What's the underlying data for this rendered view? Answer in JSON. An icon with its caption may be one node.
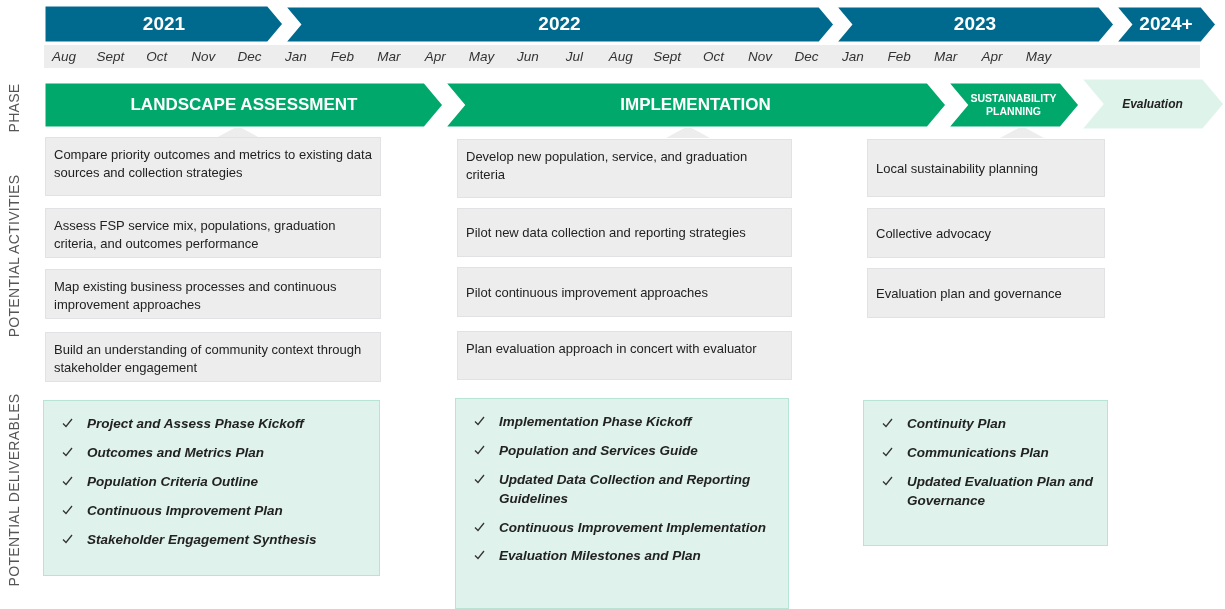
{
  "diagram": {
    "nodes": [
      {
        "text": [
          "2021"
        ]
      },
      {
        "text": [
          "2022"
        ]
      },
      {
        "text": [
          "2023"
        ]
      },
      {
        "text": [
          "2024+"
        ]
      },
      {
        "text": [
          "LANDSCAPE ASSESSMENT"
        ]
      },
      {
        "text": [
          "IMPLEMENTATION"
        ]
      },
      {
        "text": [
          "SUSTAINABILITY PLANNING"
        ]
      },
      {
        "text": [
          "Evaluation"
        ]
      },
      {
        "text": [
          "Compare priority outcomes and metrics to existing data sources and collection strategies"
        ]
      },
      {
        "text": [
          "Assess FSP service mix, populations, graduation criteria, and outcomes performance"
        ]
      },
      {
        "text": [
          "Map existing business processes and continuous improvement approaches"
        ]
      },
      {
        "text": [
          "Build an understanding of community context through stakeholder engagement"
        ]
      },
      {
        "text": [
          "Develop new population, service, and graduation criteria"
        ]
      },
      {
        "text": [
          "Pilot new data collection and reporting strategies"
        ]
      },
      {
        "text": [
          "Pilot continuous improvement approaches"
        ]
      },
      {
        "text": [
          "Plan evaluation approach in concert with evaluator"
        ]
      },
      {
        "text": [
          "Local sustainability planning"
        ]
      },
      {
        "text": [
          "Collective advocacy"
        ]
      },
      {
        "text": [
          "Evaluation plan and governance"
        ]
      },
      {
        "text": [
          "Project and Assess Phase Kickoff",
          "Outcomes and Metrics Plan",
          "Population Criteria Outline",
          "Continuous Improvement Plan",
          "Stakeholder Engagement Synthesis"
        ]
      },
      {
        "text": [
          "Implementation Phase Kickoff",
          "Population and Services Guide",
          "Updated Data Collection and Reporting Guidelines",
          "Continuous Improvement Implementation",
          "Evaluation Milestones and Plan"
        ]
      },
      {
        "text": [
          "Continuity Plan",
          "Communications Plan",
          "Updated Evaluation Plan and Governance"
        ]
      }
    ],
    "edges": [],
    "labels": [
      "Aug",
      "Sept",
      "Oct",
      "Nov",
      "Dec",
      "Jan",
      "Feb",
      "Mar",
      "Apr",
      "May",
      "Jun",
      "Jul",
      "Aug",
      "Sept",
      "Oct",
      "Nov",
      "Dec",
      "Jan",
      "Feb",
      "Mar",
      "Apr",
      "May",
      "PHASE",
      "POTENTIAL ACTIVITIES",
      "POTENTIAL DELIVERABLES"
    ]
  }
}
